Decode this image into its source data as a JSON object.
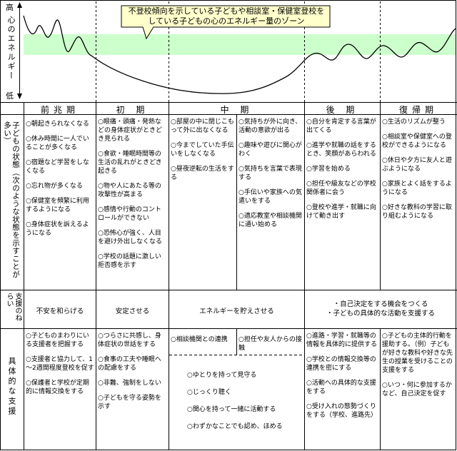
{
  "chart": {
    "y_high": "高",
    "y_label": "心のエネルギー",
    "y_low": "低",
    "callout": [
      "不登校傾向を示している子どもや相談室・保健室登校を",
      "している子どもの心のエネルギー量のゾーン"
    ],
    "colors": {
      "zone": "#ccffcc",
      "callout_fill": "#ffffcc",
      "line": "#000000"
    }
  },
  "phases": [
    "前兆期",
    "初 期",
    "中 期",
    "後 期",
    "復帰期"
  ],
  "row_labels": {
    "state": "子どもの状態（次のような状態を示すことが多い）",
    "aim": "支援のねらい",
    "concrete": "具体的な支援"
  },
  "state": {
    "zencho": [
      "○朝起きられなくなる",
      "○休み時間に一人でいることが多くなる",
      "○宿題など学習をしなくなる",
      "○忘れ物が多くなる",
      "○保健室を頻繁に利用するようになる",
      "○身体症状を訴えるようになる"
    ],
    "shoki": [
      "○眼痛・頭痛・発熱などの身体症状がときどき見られる",
      "○食欲・睡眠時間等の生活の乱れがときどき起きる",
      "○物や人にあたる等の攻撃性が高まる",
      "○感情や行動のコントロールができない",
      "○恐怖心が強く、人目を避け外出しなくなる",
      "○学校の話題に激しい拒否感を示す"
    ],
    "chuki_a": [
      "○部屋の中に閉じこもって外に出なくなる",
      "○今までしていた手伝いをしなくなる",
      "○昼夜逆転の生活をする"
    ],
    "chuki_b": [
      "○気持ちが外に向き、活動の意欲が出る",
      "○趣味や遊びに関心がわく",
      "○気持ちを言葉で表現する",
      "○手伝いや家族への気遣いをする",
      "○適応教室や相談機関に通い始める"
    ],
    "koki": [
      "○自分を肯定する言葉が出てくる",
      "○進学や就職の話をするとき、笑顔があらわれる",
      "○学習を始める",
      "○担任や級友などの学校関係者に会う",
      "○登校や進学・就職に向けて動き出す"
    ],
    "fukki": [
      "○生活のリズムが整う",
      "○相談室や保健室への登校ができるようになる",
      "○休日や夕方に友人と遊ぶようになる",
      "○家族とよく話をするようになる",
      "○好きな教科の学習に取り組むようになる"
    ]
  },
  "aims": {
    "zencho": "不安を和らげる",
    "shoki": "安定させる",
    "chuki": "エネルギーを貯えさせる",
    "later": [
      "・自己決定をする機会をつくる",
      "・子どもの具体的な活動を支援する"
    ]
  },
  "concrete": {
    "zencho": [
      "○子どものまわりにいる支援者を把握する",
      "○支援者と協力して、1～2週間程度登校を促す",
      "○保護者と学校が定期的に情報交換をする"
    ],
    "shoki": [
      "○つらさに共感し、身体症状の世話をする",
      "○食事の工夫や睡眠への配慮をする",
      "○非難、強制をしない",
      "○子どもを守る姿勢を示す"
    ],
    "chuki_a": [
      "○相談機関との連携"
    ],
    "chuki_b": [
      "○担任や友人からの接触"
    ],
    "chuki_common": [
      "○ゆとりを持って見守る",
      "○じっくり聴く",
      "○関心を持って一緒に活動する",
      "○わずかなことでも認め、ほめる"
    ],
    "koki": [
      "○進路・学習・就職等の情報を具体的に提供する",
      "○学校との情報交換等の連携を密にする",
      "○活動への具体的な支援をする",
      "○受け入れの態勢づくりをする（学校、進路先）"
    ],
    "fukki": [
      "○子どもの主体的行動を援助する。（例）子どもが好きな教科や好きな先生の授業を受けることの支援をする",
      "○いつ・何に参加するかなど、自己決定を促す"
    ]
  }
}
